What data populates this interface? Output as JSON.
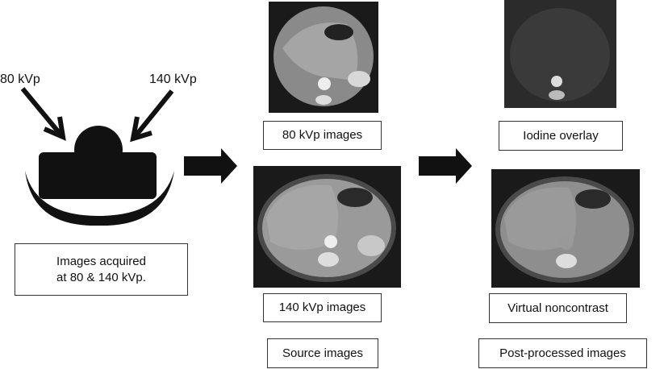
{
  "energy_labels": {
    "low": "80 kVp",
    "high": "140 kVp"
  },
  "acquisition_box": {
    "line1": "Images acquired",
    "line2": "at 80 & 140 kVp."
  },
  "source_column": {
    "low_image_label": "80 kVp images",
    "high_image_label": "140 kVp images",
    "group_label": "Source images"
  },
  "processed_column": {
    "iodine_label": "Iodine overlay",
    "vnc_label": "Virtual noncontrast",
    "group_label": "Post-processed images"
  },
  "colors": {
    "ink": "#111111",
    "ct_background": "#1a1a1a",
    "tissue": "#9a9a9a"
  }
}
